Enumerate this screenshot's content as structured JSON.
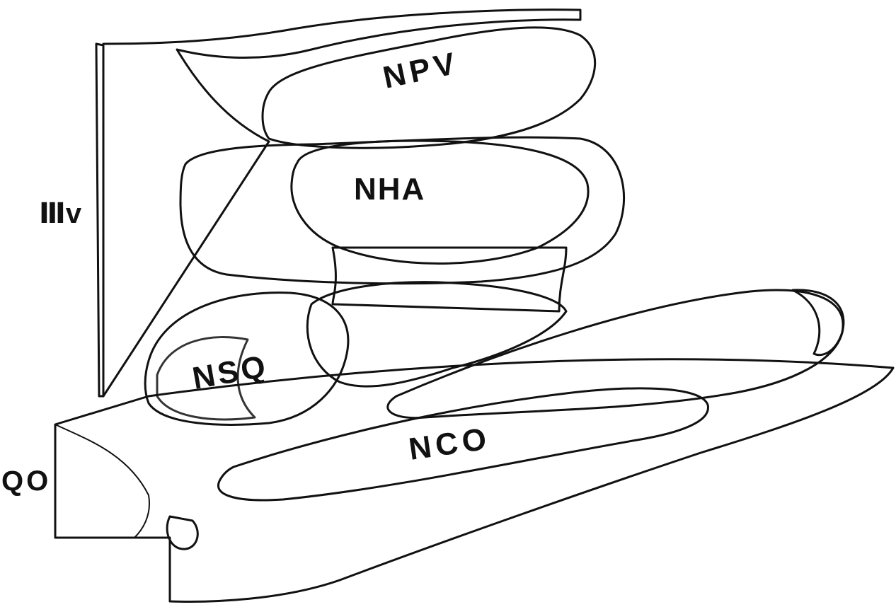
{
  "diagram": {
    "labels": {
      "npv": "NPV",
      "nha": "NHA",
      "nsq": "NSQ",
      "nco": "NCO",
      "third_ventricle": "Ⅲv",
      "optic_chiasm": "QO"
    },
    "colors": {
      "ink": "#111111",
      "stipple": "#1a1a1a",
      "paper": "#ffffff"
    }
  }
}
